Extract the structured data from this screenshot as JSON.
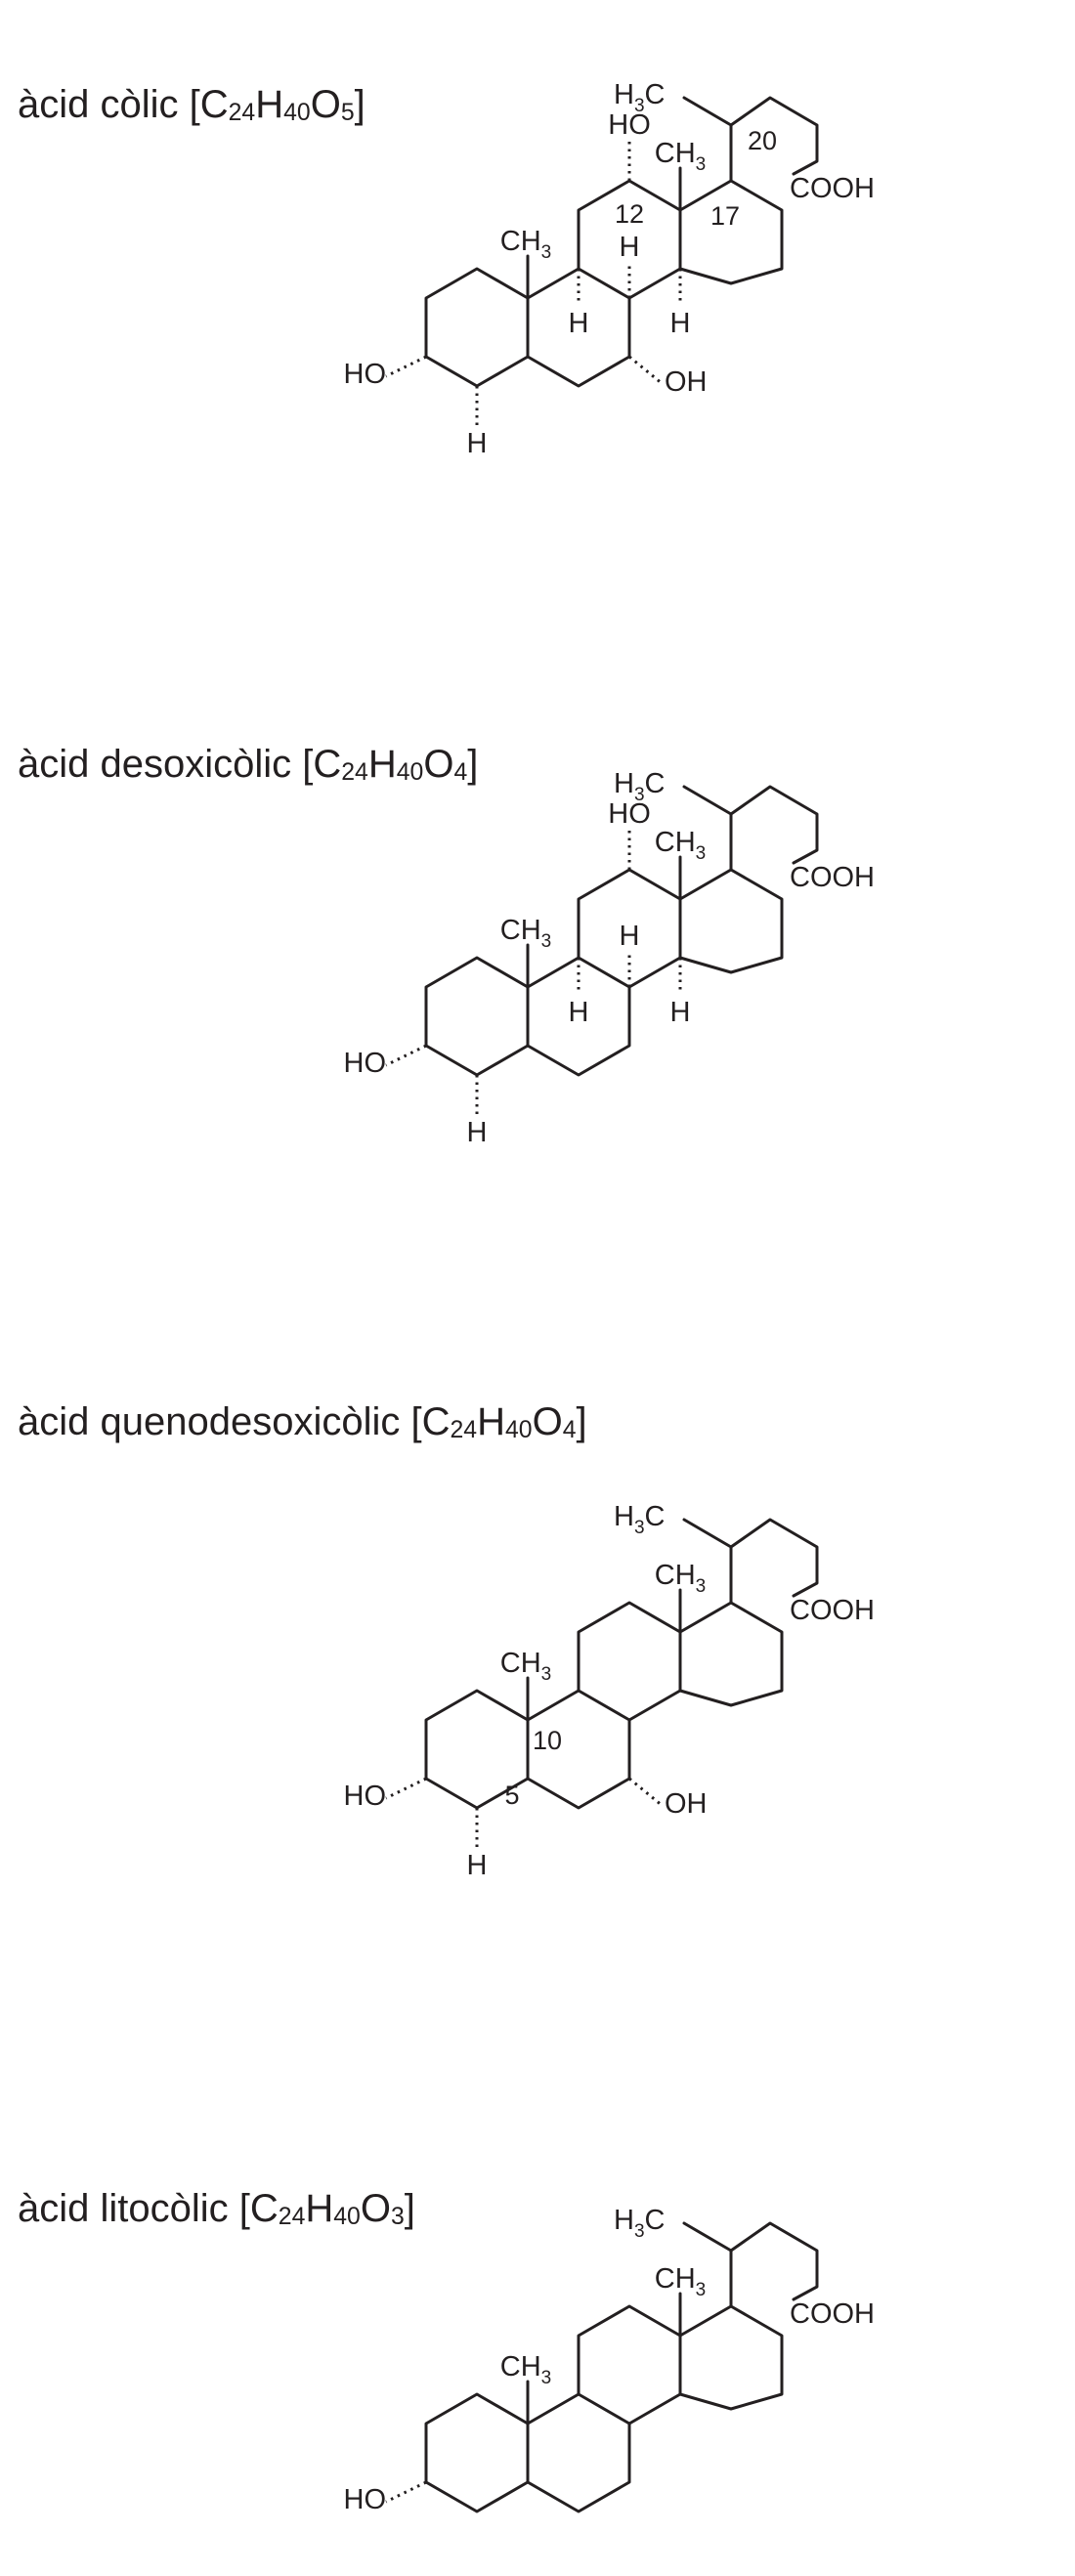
{
  "compounds": [
    {
      "name": "àcid còlic",
      "formula": {
        "c": "24",
        "h": "40",
        "o": "5"
      },
      "oh_3": "HO",
      "oh_7": "OH",
      "oh_12": "HO",
      "me_10": "CH",
      "me_13": "CH",
      "me_20": "H",
      "me_20_c": "C",
      "sub_digit": "3",
      "h_5": "H",
      "h_8": "H",
      "h_9": "H",
      "h_14": "H",
      "acid": "COOH",
      "n12": "12",
      "n17": "17",
      "n20": "20"
    },
    {
      "name": "àcid desoxicòlic",
      "formula": {
        "c": "24",
        "h": "40",
        "o": "4"
      },
      "oh_3": "HO",
      "oh_12": "HO",
      "me_10": "CH",
      "me_13": "CH",
      "me_20": "H",
      "me_20_c": "C",
      "sub_digit": "3",
      "h_5": "H",
      "h_8": "H",
      "h_9": "H",
      "h_14": "H",
      "acid": "COOH"
    },
    {
      "name": "àcid quenodesoxicòlic",
      "formula": {
        "c": "24",
        "h": "40",
        "o": "4"
      },
      "oh_3": "HO",
      "oh_7": "OH",
      "me_10": "CH",
      "me_13": "CH",
      "me_20": "H",
      "me_20_c": "C",
      "sub_digit": "3",
      "h_5": "H",
      "acid": "COOH",
      "n10": "10",
      "n5": "5"
    },
    {
      "name": "àcid litocòlic",
      "formula": {
        "c": "24",
        "h": "40",
        "o": "3"
      },
      "oh_3": "HO",
      "me_10": "CH",
      "me_13": "CH",
      "me_20": "H",
      "me_20_c": "C",
      "sub_digit": "3",
      "acid": "COOH"
    }
  ]
}
